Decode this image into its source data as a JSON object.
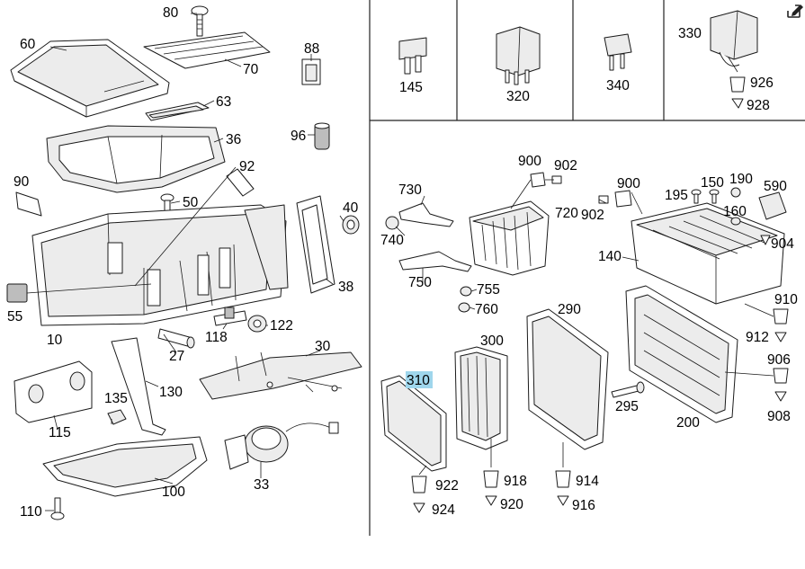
{
  "diagram": {
    "labels": {
      "p80": "80",
      "p60": "60",
      "p70": "70",
      "p88": "88",
      "p63": "63",
      "p96": "96",
      "p36": "36",
      "p92": "92",
      "p90": "90",
      "p50": "50",
      "p40": "40",
      "p38": "38",
      "p55": "55",
      "p10": "10",
      "p122": "122",
      "p118": "118",
      "p27": "27",
      "p30": "30",
      "p130": "130",
      "p135": "135",
      "p115": "115",
      "p100": "100",
      "p33": "33",
      "p110": "110",
      "p145": "145",
      "p320": "320",
      "p340": "340",
      "p330": "330",
      "p926": "926",
      "p928": "928",
      "p900a": "900",
      "p902a": "902",
      "p730": "730",
      "p720": "720",
      "p740": "740",
      "p750": "750",
      "p755": "755",
      "p760": "760",
      "p900b": "900",
      "p902b": "902",
      "p150": "150",
      "p190": "190",
      "p195": "195",
      "p590": "590",
      "p160": "160",
      "p904": "904",
      "p140": "140",
      "p910": "910",
      "p912": "912",
      "p290": "290",
      "p300": "300",
      "p310": "310",
      "p906": "906",
      "p908": "908",
      "p295": "295",
      "p200": "200",
      "p918": "918",
      "p920": "920",
      "p914": "914",
      "p916": "916",
      "p922": "922",
      "p924": "924"
    },
    "highlight_color": "#9fd6ec",
    "highlighted_part": "310",
    "edit_icon": "edit-icon"
  }
}
